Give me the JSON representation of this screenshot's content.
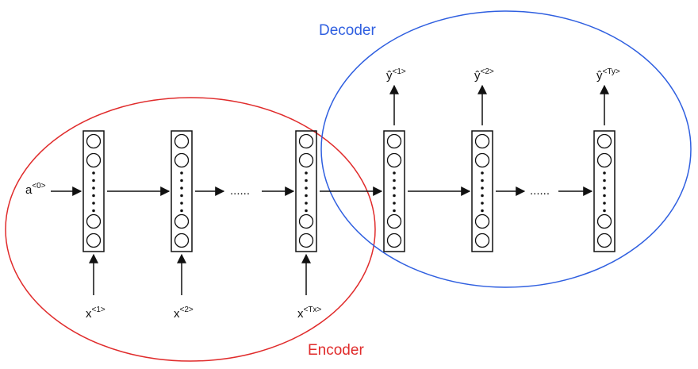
{
  "titles": {
    "decoder": "Decoder",
    "encoder": "Encoder"
  },
  "colors": {
    "decoder": "#2f5fe0",
    "encoder": "#e02b2b",
    "ink": "#111111"
  },
  "inputs": {
    "a0": {
      "base": "a",
      "sup": "<0>"
    },
    "x1": {
      "base": "x",
      "sup": "<1>"
    },
    "x2": {
      "base": "x",
      "sup": "<2>"
    },
    "xTx": {
      "base": "x",
      "sup": "<Tx>"
    }
  },
  "outputs": {
    "y1": {
      "base": "ŷ",
      "sup": "<1>"
    },
    "y2": {
      "base": "ŷ",
      "sup": "<2>"
    },
    "yTy": {
      "base": "ŷ",
      "sup": "<Ty>"
    }
  },
  "ellipsis": "......"
}
